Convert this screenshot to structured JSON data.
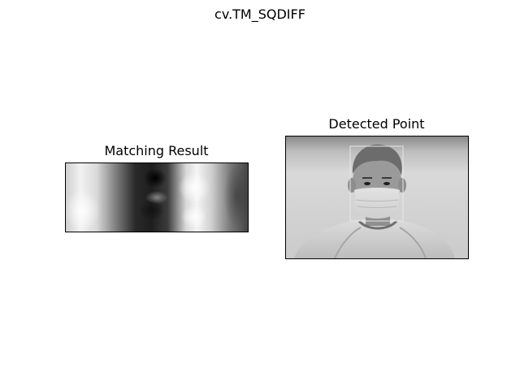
{
  "figure": {
    "title": "cv.TM_SQDIFF"
  },
  "panels": {
    "matching": {
      "title": "Matching Result",
      "image": "sqdiff-heatmap-grayscale"
    },
    "detected": {
      "title": "Detected Point",
      "image": "grayscale-photo-person-with-face-mask",
      "detection_box_color": "#e6e6e6"
    }
  },
  "colors": {
    "background": "#ffffff",
    "axes_border": "#000000"
  }
}
